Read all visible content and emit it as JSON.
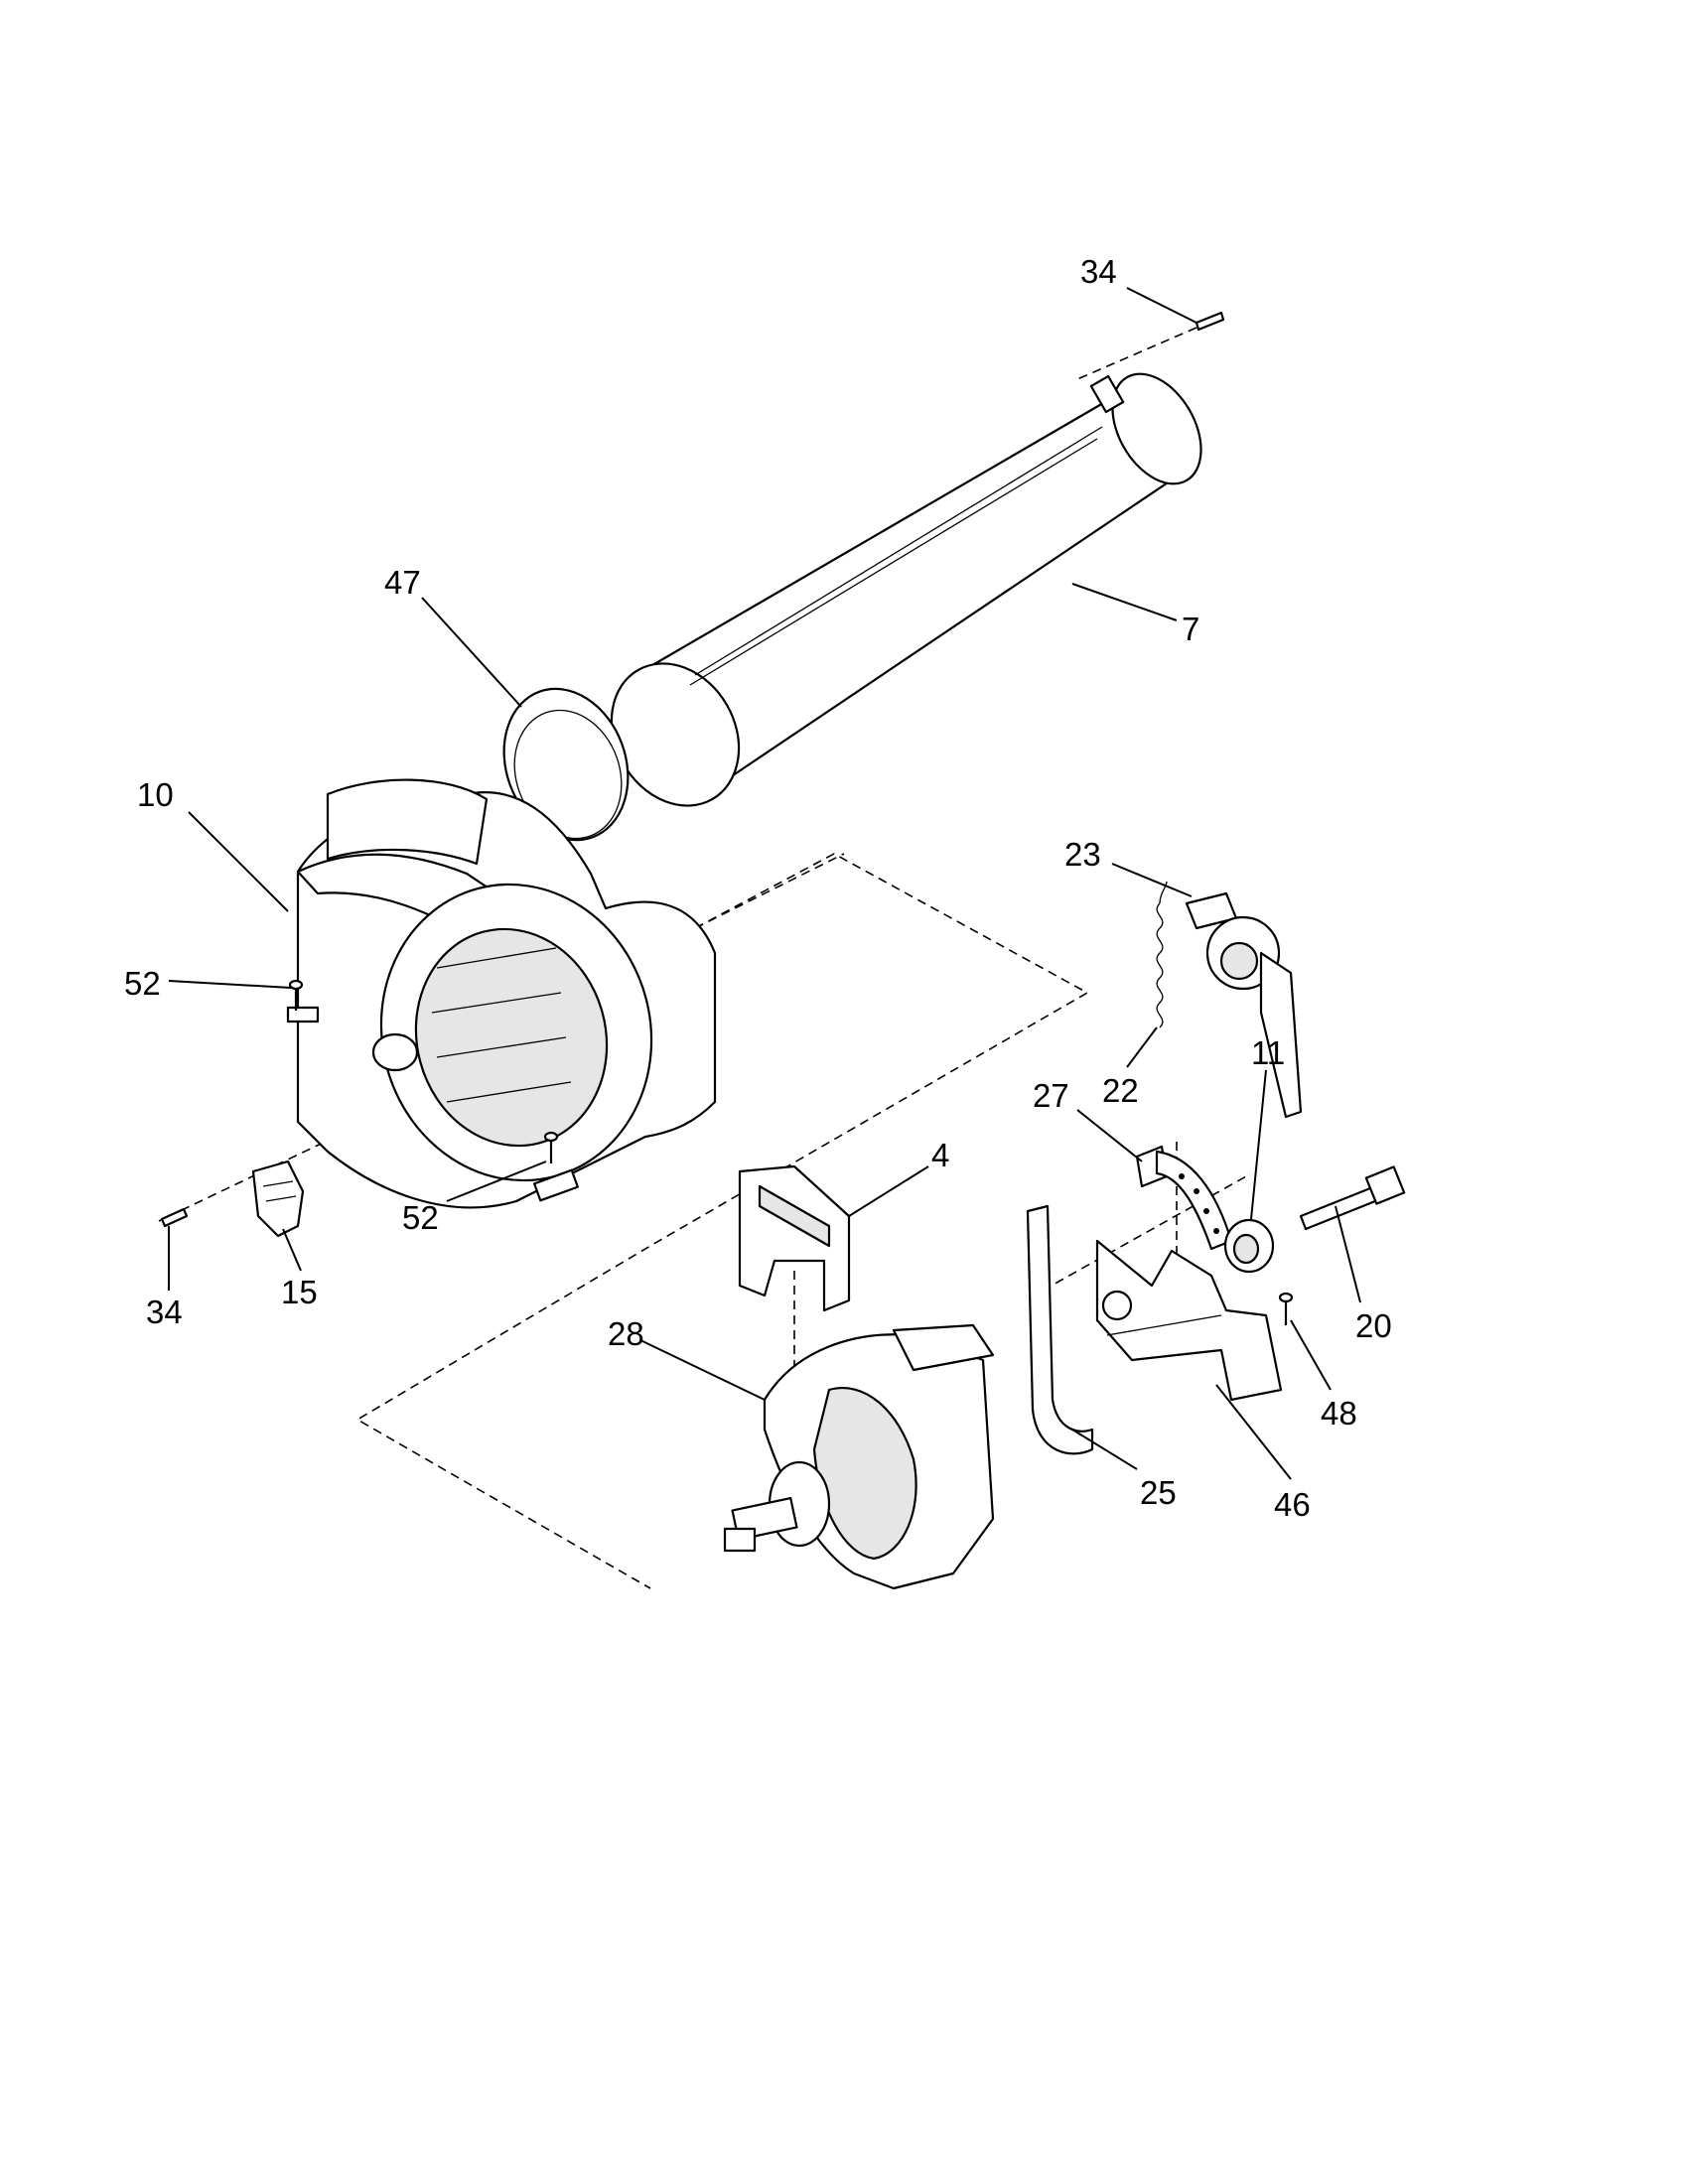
{
  "diagram": {
    "type": "exploded-parts-view",
    "callouts": {
      "c34_top": "34",
      "c7": "7",
      "c47": "47",
      "c10": "10",
      "c23": "23",
      "c52_upper": "52",
      "c22": "22",
      "c11": "11",
      "c27": "27",
      "c4": "4",
      "c52_lower": "52",
      "c34_left": "34",
      "c15": "15",
      "c20": "20",
      "c28": "28",
      "c48": "48",
      "c25": "25",
      "c46": "46"
    },
    "parts": [
      {
        "id": "4",
        "icon": "duct-icon"
      },
      {
        "id": "7",
        "icon": "exhaust-tube-icon"
      },
      {
        "id": "10",
        "icon": "blower-housing-icon"
      },
      {
        "id": "11",
        "icon": "idler-pulley-icon"
      },
      {
        "id": "15",
        "icon": "switch-icon"
      },
      {
        "id": "20",
        "icon": "bolt-icon"
      },
      {
        "id": "22",
        "icon": "spring-icon"
      },
      {
        "id": "23",
        "icon": "idler-arm-icon"
      },
      {
        "id": "25",
        "icon": "belt-icon"
      },
      {
        "id": "27",
        "icon": "clip-icon"
      },
      {
        "id": "28",
        "icon": "motor-icon"
      },
      {
        "id": "34",
        "icon": "screw-icon"
      },
      {
        "id": "46",
        "icon": "bracket-icon"
      },
      {
        "id": "47",
        "icon": "seal-ring-icon"
      },
      {
        "id": "48",
        "icon": "screw-icon"
      },
      {
        "id": "52",
        "icon": "screw-icon"
      }
    ]
  }
}
